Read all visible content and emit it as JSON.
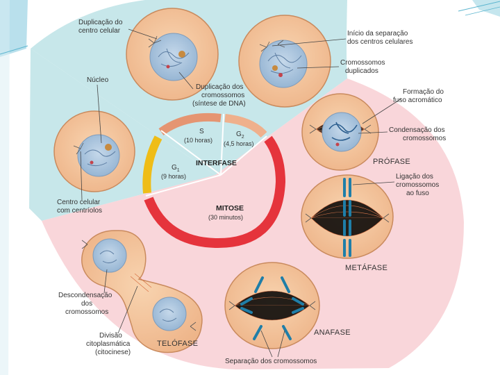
{
  "colors": {
    "cell_fill": "#f3c49b",
    "cell_stroke": "#c98a5d",
    "nucleus": "#a9c4dd",
    "interphase_bg": "#bfe3e8",
    "mitosis_bg": "#f7c9cf",
    "s_arc": "#e8a07a",
    "g2_arc": "#f0b089",
    "g1_arc": "#f0c419",
    "mitosis_arc": "#e8303a",
    "chromosome": "#1f7ea8",
    "spindle": "#d66a3c"
  },
  "labels": {
    "dup_centro": [
      "Duplicação do",
      "centro celular"
    ],
    "inicio_sep": [
      "Início da separação",
      "dos centros celulares"
    ],
    "cromos_dup": [
      "Cromossomos",
      "duplicados"
    ],
    "nucleo": "Núcleo",
    "dup_cromos": [
      "Duplicação dos",
      "cromossomos",
      "(síntese de DNA)"
    ],
    "formacao_fuso": [
      "Formação do",
      "fuso acromático"
    ],
    "condensacao": [
      "Condensação dos",
      "cromossomos"
    ],
    "centro_centriolos": [
      "Centro celular",
      "com centríolos"
    ],
    "ligacao": [
      "Ligação dos",
      "cromossomos",
      "ao fuso"
    ],
    "descondensacao": [
      "Descondensação",
      "dos",
      "cromossomos"
    ],
    "divisao": [
      "Divisão",
      "citoplasmática",
      "(citocinese)"
    ],
    "separacao": "Separação dos cromossomos"
  },
  "phases": {
    "profase": "PRÓFASE",
    "metafase": "METÁFASE",
    "anafase": "ANAFASE",
    "telofase": "TELÓFASE"
  },
  "cycle": {
    "s_label": "S",
    "s_time": "(10 horas)",
    "g2_label": "G",
    "g2_sub": "2",
    "g2_time": "(4,5 horas)",
    "g1_label": "G",
    "g1_sub": "1",
    "g1_time": "(9 horas)",
    "interfase": "INTERFASE",
    "mitose": "MITOSE",
    "mitose_time": "(30 minutos)"
  }
}
